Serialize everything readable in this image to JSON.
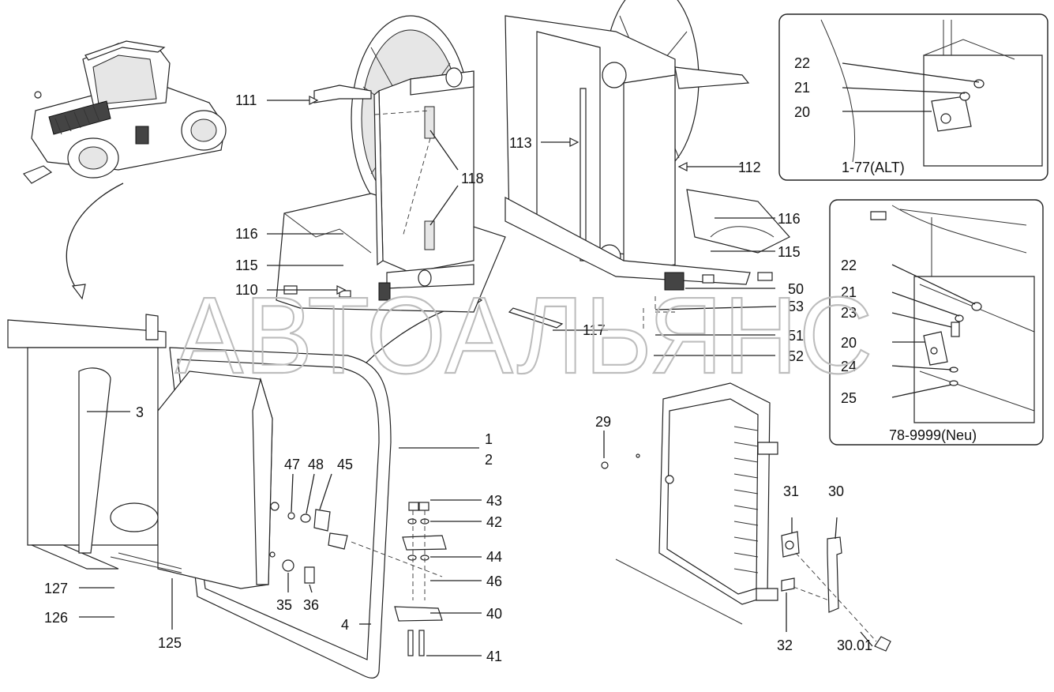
{
  "watermark": "АВТОАЛЬЯНС",
  "callouts": [
    {
      "id": "c111",
      "text": "111"
    },
    {
      "id": "c113",
      "text": "113"
    },
    {
      "id": "c118",
      "text": "118"
    },
    {
      "id": "c112",
      "text": "112"
    },
    {
      "id": "c116a",
      "text": "116"
    },
    {
      "id": "c115a",
      "text": "115"
    },
    {
      "id": "c110",
      "text": "110"
    },
    {
      "id": "c116b",
      "text": "116"
    },
    {
      "id": "c115b",
      "text": "115"
    },
    {
      "id": "c50",
      "text": "50"
    },
    {
      "id": "c53",
      "text": "53"
    },
    {
      "id": "c51",
      "text": "51"
    },
    {
      "id": "c52",
      "text": "52"
    },
    {
      "id": "c117",
      "text": "117"
    },
    {
      "id": "c3",
      "text": "3"
    },
    {
      "id": "c1",
      "text": "1"
    },
    {
      "id": "c2",
      "text": "2"
    },
    {
      "id": "c47",
      "text": "47"
    },
    {
      "id": "c48",
      "text": "48"
    },
    {
      "id": "c45",
      "text": "45"
    },
    {
      "id": "c43",
      "text": "43"
    },
    {
      "id": "c42",
      "text": "42"
    },
    {
      "id": "c44",
      "text": "44"
    },
    {
      "id": "c46",
      "text": "46"
    },
    {
      "id": "c40",
      "text": "40"
    },
    {
      "id": "c41",
      "text": "41"
    },
    {
      "id": "c4",
      "text": "4"
    },
    {
      "id": "c35",
      "text": "35"
    },
    {
      "id": "c36",
      "text": "36"
    },
    {
      "id": "c125",
      "text": "125"
    },
    {
      "id": "c127",
      "text": "127"
    },
    {
      "id": "c126",
      "text": "126"
    },
    {
      "id": "c29",
      "text": "29"
    },
    {
      "id": "c31",
      "text": "31"
    },
    {
      "id": "c30",
      "text": "30"
    },
    {
      "id": "c32",
      "text": "32"
    },
    {
      "id": "c3001",
      "text": "30.01"
    },
    {
      "id": "cA22",
      "text": "22"
    },
    {
      "id": "cA21",
      "text": "21"
    },
    {
      "id": "cA20",
      "text": "20"
    },
    {
      "id": "cB22",
      "text": "22"
    },
    {
      "id": "cB21",
      "text": "21"
    },
    {
      "id": "cB23",
      "text": "23"
    },
    {
      "id": "cB20",
      "text": "20"
    },
    {
      "id": "cB24",
      "text": "24"
    },
    {
      "id": "cB25",
      "text": "25"
    }
  ],
  "insets": {
    "top": {
      "caption": "1-77(ALT)"
    },
    "bottom": {
      "caption": "78-9999(Neu)"
    }
  }
}
